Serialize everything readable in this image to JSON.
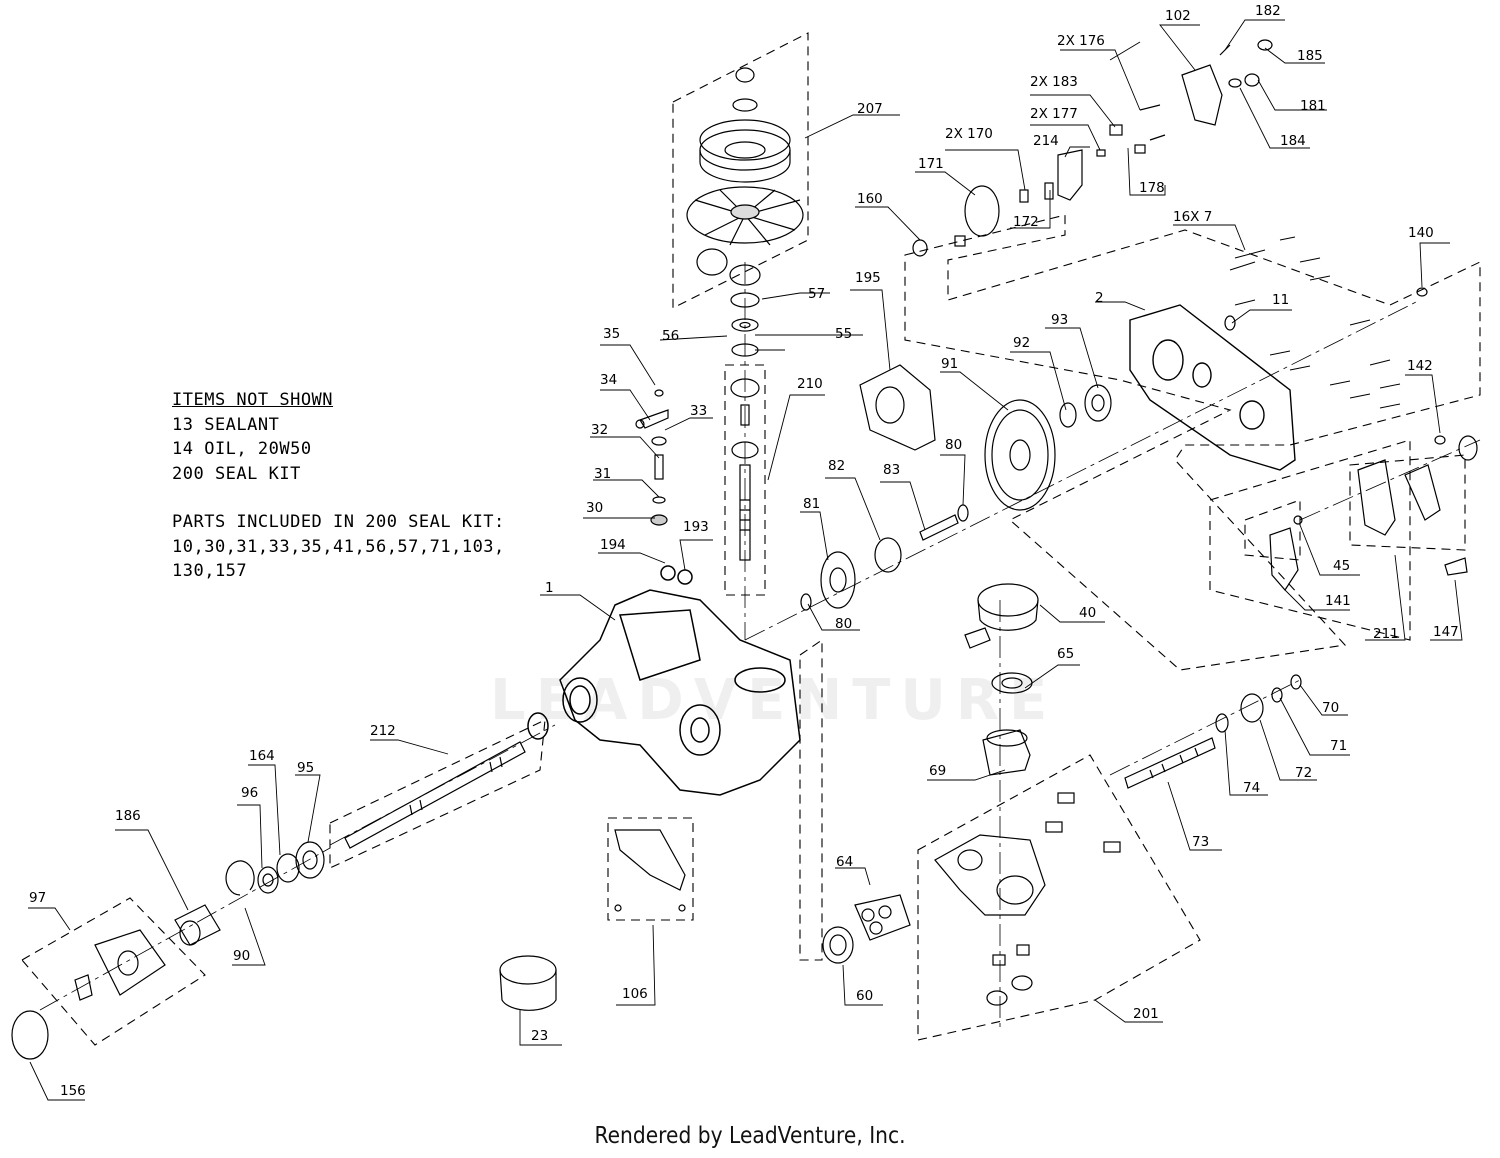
{
  "notes": {
    "header": "ITEMS NOT SHOWN",
    "lines": [
      "13 SEALANT",
      "14 OIL, 20W50",
      "200 SEAL KIT"
    ],
    "kit_header": "PARTS INCLUDED IN 200 SEAL KIT:",
    "kit_lines": [
      "10,30,31,33,35,41,56,57,71,103,",
      "130,157"
    ]
  },
  "footer": "Rendered by LeadVenture, Inc.",
  "watermark": "LEADVENTURE",
  "callouts": [
    "1",
    "2",
    "2X 170",
    "2X 176",
    "2X 177",
    "2X 183",
    "11",
    "16X 7",
    "23",
    "30",
    "31",
    "32",
    "33",
    "34",
    "35",
    "40",
    "45",
    "55",
    "56",
    "57",
    "60",
    "64",
    "65",
    "69",
    "70",
    "71",
    "72",
    "73",
    "74",
    "80",
    "80",
    "81",
    "82",
    "83",
    "90",
    "91",
    "92",
    "93",
    "95",
    "96",
    "97",
    "102",
    "106",
    "140",
    "141",
    "142",
    "147",
    "156",
    "160",
    "164",
    "171",
    "172",
    "178",
    "181",
    "182",
    "184",
    "185",
    "186",
    "193",
    "194",
    "195",
    "201",
    "207",
    "210",
    "211",
    "212",
    "214"
  ]
}
